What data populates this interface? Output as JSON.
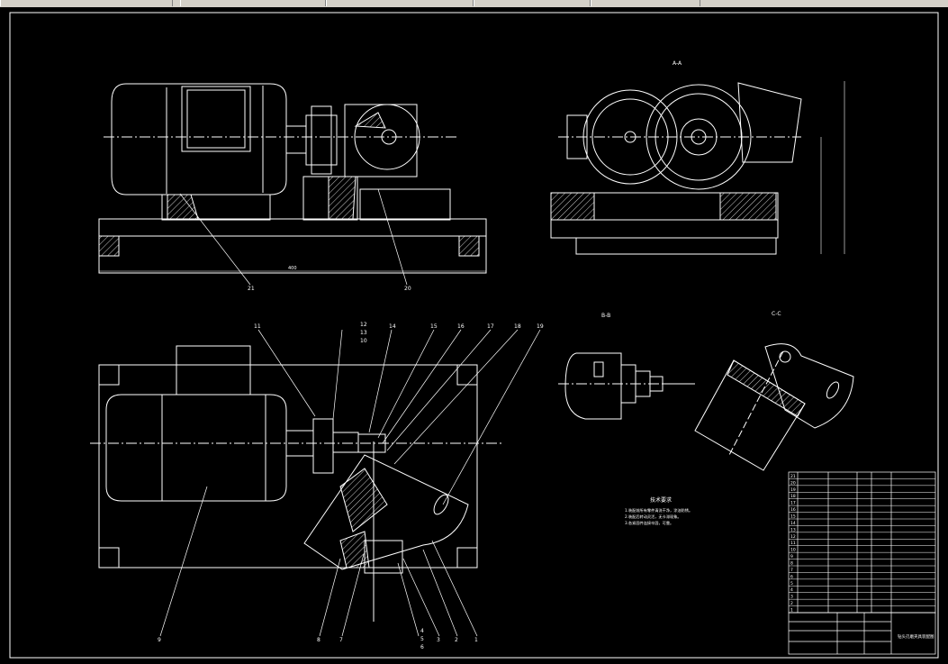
{
  "window": {
    "tabs": [
      "",
      "",
      "",
      "",
      "",
      ""
    ]
  },
  "drawing": {
    "section_labels": {
      "aa": "A-A",
      "bb": "B-B",
      "cc": "C-C"
    },
    "dim_top_width": "400",
    "callouts": {
      "c21": "21",
      "c20": "20",
      "c11": "11",
      "c12": "12",
      "c13": "13",
      "c10": "10",
      "c14": "14",
      "c15": "15",
      "c16": "16",
      "c17": "17",
      "c18": "18",
      "c19": "19",
      "c9": "9",
      "c8": "8",
      "c7": "7",
      "c4": "4",
      "c5": "5",
      "c6": "6",
      "c3": "3",
      "c2": "2",
      "c1": "1"
    },
    "tech_req_title": "技术要求",
    "tech_req_lines": [
      "1.装配前所有零件清洗干净，涂油防锈。",
      "2.装配后转动灵活，无卡滞现象。",
      "3.各紧固件连接牢固，可靠。"
    ],
    "title_block": {
      "drawing_name": "钻头刃磨夹具装配图",
      "rows": [
        "21",
        "20",
        "19",
        "18",
        "17",
        "16",
        "15",
        "14",
        "13",
        "12",
        "11",
        "10",
        "9",
        "8",
        "7",
        "6",
        "5",
        "4",
        "3",
        "2",
        "1"
      ]
    },
    "colors": {
      "line": "#ffffff",
      "background": "#000000",
      "ui": "#d4d0c8"
    }
  }
}
